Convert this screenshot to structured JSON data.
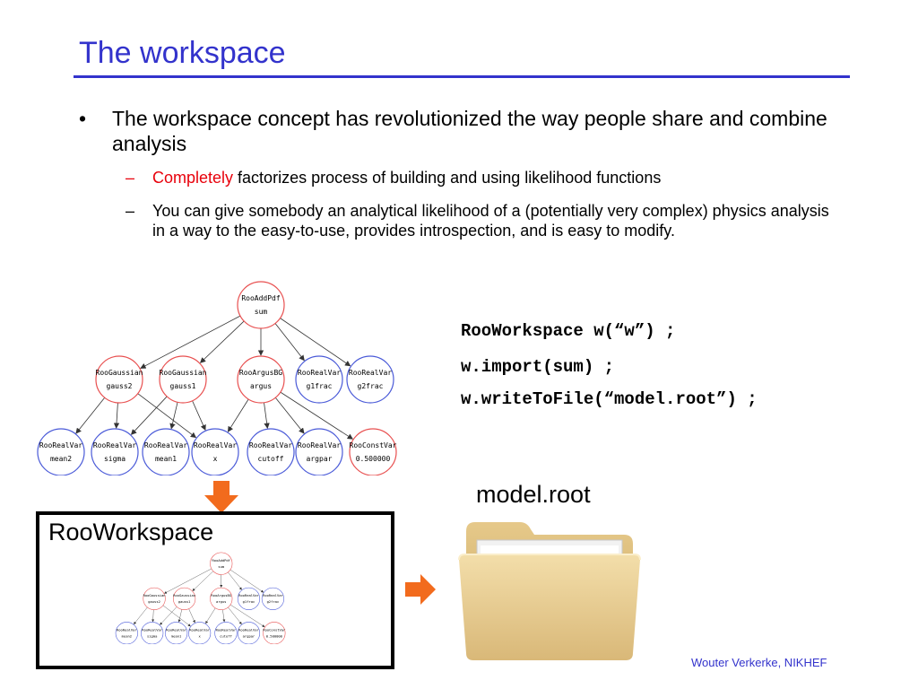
{
  "title": "The workspace",
  "bullets": {
    "main": "The workspace concept has revolutionized the way people share and combine analysis",
    "sub1_highlight": "Completely",
    "sub1_rest": " factorizes process of building and using likelihood functions",
    "sub2": "You can give somebody an analytical likelihood of a (potentially very complex) physics analysis in a way to the easy-to-use, provides introspection, and is easy to modify."
  },
  "bullet_marks": {
    "main": "•",
    "sub": "–"
  },
  "code_lines": [
    "RooWorkspace w(“w”) ;",
    "w.import(sum) ;",
    "w.writeToFile(“model.root”) ;"
  ],
  "graph": {
    "nodes": [
      {
        "id": "sum",
        "cls": "RooAddPdf",
        "name": "sum",
        "color": "#e85050"
      },
      {
        "id": "gauss2",
        "cls": "RooGaussian",
        "name": "gauss2",
        "color": "#e85050"
      },
      {
        "id": "gauss1",
        "cls": "RooGaussian",
        "name": "gauss1",
        "color": "#e85050"
      },
      {
        "id": "argus",
        "cls": "RooArgusBG",
        "name": "argus",
        "color": "#e85050"
      },
      {
        "id": "g1frac",
        "cls": "RooRealVar",
        "name": "g1frac",
        "color": "#4a5ad8"
      },
      {
        "id": "g2frac",
        "cls": "RooRealVar",
        "name": "g2frac",
        "color": "#4a5ad8"
      },
      {
        "id": "mean2",
        "cls": "RooRealVar",
        "name": "mean2",
        "color": "#4a5ad8"
      },
      {
        "id": "sigma",
        "cls": "RooRealVar",
        "name": "sigma",
        "color": "#4a5ad8"
      },
      {
        "id": "mean1",
        "cls": "RooRealVar",
        "name": "mean1",
        "color": "#4a5ad8"
      },
      {
        "id": "x",
        "cls": "RooRealVar",
        "name": "x",
        "color": "#4a5ad8"
      },
      {
        "id": "cutoff",
        "cls": "RooRealVar",
        "name": "cutoff",
        "color": "#4a5ad8"
      },
      {
        "id": "argpar",
        "cls": "RooRealVar",
        "name": "argpar",
        "color": "#4a5ad8"
      },
      {
        "id": "c05",
        "cls": "RooConstVar",
        "name": "0.500000",
        "color": "#e85050"
      }
    ],
    "edges": [
      [
        "sum",
        "gauss2"
      ],
      [
        "sum",
        "gauss1"
      ],
      [
        "sum",
        "argus"
      ],
      [
        "sum",
        "g1frac"
      ],
      [
        "sum",
        "g2frac"
      ],
      [
        "gauss2",
        "mean2"
      ],
      [
        "gauss2",
        "sigma"
      ],
      [
        "gauss2",
        "x"
      ],
      [
        "gauss1",
        "sigma"
      ],
      [
        "gauss1",
        "mean1"
      ],
      [
        "gauss1",
        "x"
      ],
      [
        "argus",
        "x"
      ],
      [
        "argus",
        "cutoff"
      ],
      [
        "argus",
        "argpar"
      ],
      [
        "argus",
        "c05"
      ]
    ]
  },
  "workspace_label": "RooWorkspace",
  "file_label": "model.root",
  "footer": "Wouter Verkerke, NIKHEF",
  "colors": {
    "title": "#3333cc",
    "highlight": "#e8000b",
    "arrow": "#f26b1d"
  },
  "icons": {
    "down_arrow": "orange-down-arrow-icon",
    "right_arrow": "orange-right-arrow-icon",
    "folder": "folder-icon"
  }
}
